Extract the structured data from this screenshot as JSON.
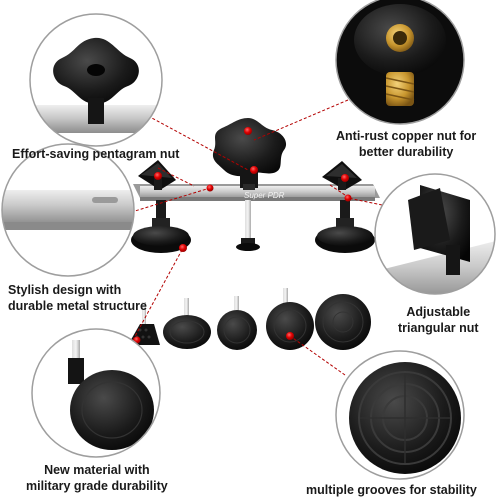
{
  "product": {
    "brand_mark": "Super PDR",
    "features": [
      {
        "id": "pentagram-nut",
        "lines": [
          "Effort-saving pentagram nut"
        ]
      },
      {
        "id": "copper-nut",
        "lines": [
          "Anti-rust copper nut for",
          "better durability"
        ]
      },
      {
        "id": "metal-structure",
        "lines": [
          "Stylish design with",
          "durable metal structure"
        ]
      },
      {
        "id": "triangular-nut",
        "lines": [
          "Adjustable",
          "triangular nut"
        ]
      },
      {
        "id": "new-material",
        "lines": [
          "New material with",
          "military grade durability"
        ]
      },
      {
        "id": "grooves",
        "lines": [
          "multiple grooves for stability"
        ]
      }
    ]
  },
  "colors": {
    "accent_red": "#e00000",
    "leader_line": "#b30000",
    "metal": "#c8c8c8",
    "rubber_black": "#141414",
    "copper": "#c8962e"
  }
}
